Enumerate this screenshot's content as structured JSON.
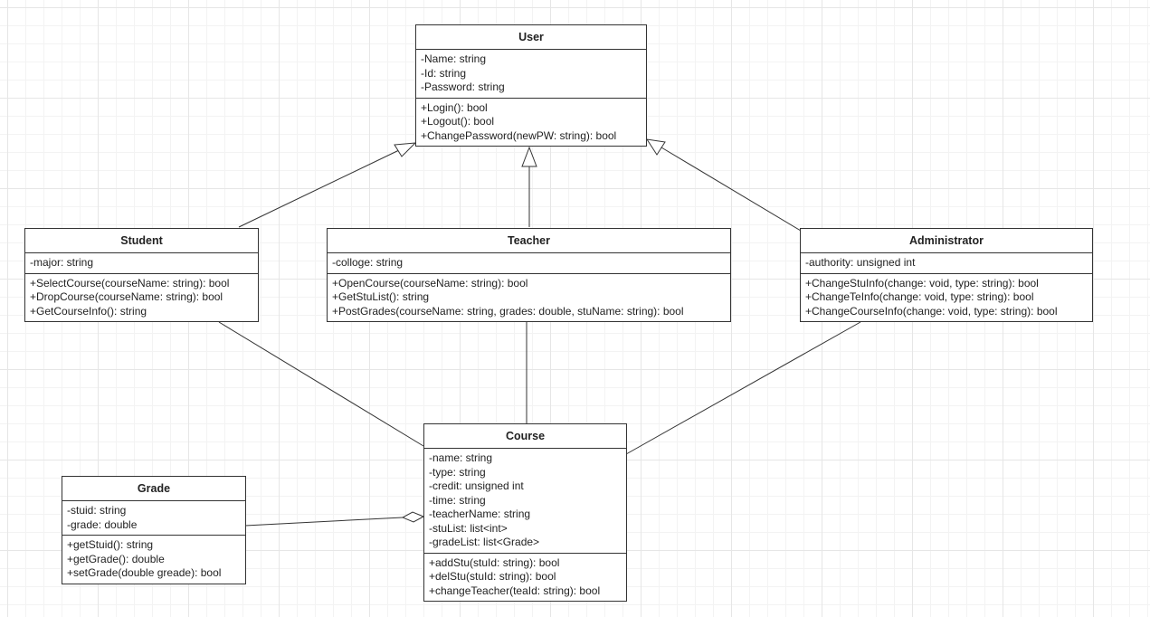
{
  "classes": {
    "user": {
      "name": "User",
      "attributes": [
        "-Name: string",
        "-Id: string",
        "-Password: string"
      ],
      "methods": [
        "+Login(): bool",
        "+Logout(): bool",
        "+ChangePassword(newPW: string): bool"
      ]
    },
    "student": {
      "name": "Student",
      "attributes": [
        "-major: string"
      ],
      "methods": [
        "+SelectCourse(courseName: string): bool",
        "+DropCourse(courseName: string): bool",
        "+GetCourseInfo(): string"
      ]
    },
    "teacher": {
      "name": "Teacher",
      "attributes": [
        "-colloge: string"
      ],
      "methods": [
        "+OpenCourse(courseName: string): bool",
        "+GetStuList(): string",
        "+PostGrades(courseName: string, grades: double, stuName: string): bool"
      ]
    },
    "administrator": {
      "name": "Administrator",
      "attributes": [
        "-authority: unsigned int"
      ],
      "methods": [
        "+ChangeStuInfo(change: void, type: string): bool",
        "+ChangeTeInfo(change: void, type: string): bool",
        "+ChangeCourseInfo(change: void, type: string): bool"
      ]
    },
    "course": {
      "name": "Course",
      "attributes": [
        "-name: string",
        "-type: string",
        "-credit: unsigned int",
        "-time: string",
        "-teacherName: string",
        "-stuList: list<int>",
        "-gradeList: list<Grade>"
      ],
      "methods": [
        "+addStu(stuId: string): bool",
        "+delStu(stuId: string): bool",
        "+changeTeacher(teaId: string): bool"
      ]
    },
    "grade": {
      "name": "Grade",
      "attributes": [
        "-stuid: string",
        "-grade: double"
      ],
      "methods": [
        "+getStuid(): string",
        "+getGrade(): double",
        "+setGrade(double greade): bool"
      ]
    }
  },
  "relations": [
    {
      "from": "student",
      "to": "user",
      "kind": "generalization"
    },
    {
      "from": "teacher",
      "to": "user",
      "kind": "generalization"
    },
    {
      "from": "administrator",
      "to": "user",
      "kind": "generalization"
    },
    {
      "from": "student",
      "to": "course",
      "kind": "association"
    },
    {
      "from": "teacher",
      "to": "course",
      "kind": "association"
    },
    {
      "from": "administrator",
      "to": "course",
      "kind": "association"
    },
    {
      "from": "grade",
      "to": "course",
      "kind": "aggregation"
    }
  ]
}
